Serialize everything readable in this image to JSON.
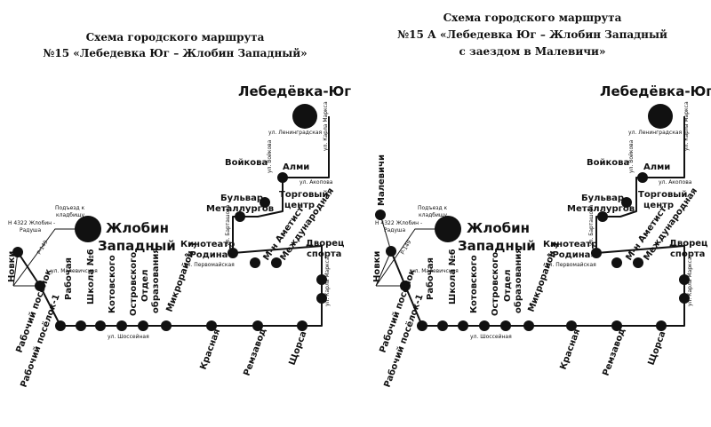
{
  "maps": [
    {
      "id": "route15",
      "title_line1": "Схема городского маршрута",
      "title_line2": "№15 «Лебедевка Юг – Жлобин Западный»",
      "title_line3": "",
      "terminal_east": "Лебедёвка-Юг",
      "terminal_west_1": "Жлобин",
      "terminal_west_2": "Западный",
      "novki": "Новки",
      "stops": {
        "almi": "Алми",
        "voykova": "Войкова",
        "torg1": "Торговый",
        "torg2": "центр",
        "bulvar1": "Бульвар",
        "bulvar2": "Металлургов",
        "ametist": "М-н Аметист",
        "mezhdunar": "Международная",
        "kino1": "Кинотеатр",
        "kino2": "«Родина»",
        "dvorets1": "Дворец",
        "dvorets2": "спорта",
        "rabochaya": "Рабочая",
        "shkola": "Школа №6",
        "kotovskogo": "Котовского",
        "ostrovskogo": "Островского",
        "otdel1": "Отдел",
        "otdel2": "образования",
        "mikro": "Микрорайон 3",
        "krasnaya": "Красная",
        "remzavod": "Ремзавод",
        "shchorsa": "Щорса",
        "rab_pos": "Рабочий посёлок",
        "rab_pos1": "Рабочий посёлок-1"
      },
      "streets": {
        "leningradskaya": "ул. Ленинградская",
        "karla_marksa": "ул. Карла Маркса",
        "voykova": "ул. Войкова",
        "akopova": "ул. Акопова",
        "bartashova": "ул. Барташова",
        "pervomayskaya": "ул. Первомайская",
        "karla_marksa2": "ул. Карла Маркса",
        "shosseynaya": "ул. Шоссейная",
        "malevichskaya": "ул. Малевичская",
        "r149": "Р-149",
        "h4322_1": "Н 4322 Жлобин -",
        "h4322_2": "Радуша",
        "podezd1": "Подъезд к",
        "podezd2": "кладбищу"
      }
    },
    {
      "id": "route15a",
      "title_line1": "Схема городского маршрута",
      "title_line2": "№15 А «Лебедевка Юг – Жлобин Западный",
      "title_line3": "с заездом в Малевичи»",
      "terminal_east": "Лебедёвка-Юг",
      "terminal_west_1": "Жлобин",
      "terminal_west_2": "Западный",
      "novki": "Новки",
      "malevichi": "Малевичи",
      "stops": {
        "almi": "Алми",
        "voykova": "Войкова",
        "torg1": "Торговый",
        "torg2": "центр",
        "bulvar1": "Бульвар",
        "bulvar2": "Металлургов",
        "ametist": "М-н Аметист",
        "mezhdunar": "Международная",
        "kino1": "Кинотеатр",
        "kino2": "«Родина»",
        "dvorets1": "Дворец",
        "dvorets2": "спорта",
        "rabochaya": "Рабочая",
        "shkola": "Школа №6",
        "kotovskogo": "Котовского",
        "ostrovskogo": "Островского",
        "otdel1": "Отдел",
        "otdel2": "образования",
        "mikro": "Микрорайон 3",
        "krasnaya": "Красная",
        "remzavod": "Ремзавод",
        "shchorsa": "Щорса",
        "rab_pos": "Рабочий посёлок",
        "rab_pos1": "Рабочий посёлок-1"
      },
      "streets": {
        "leningradskaya": "ул. Ленинградская",
        "karla_marksa": "ул. Карла Маркса",
        "voykova": "ул. Войкова",
        "akopova": "ул. Акопова",
        "bartashova": "ул. Барташова",
        "pervomayskaya": "ул. Первомайская",
        "karla_marksa2": "ул. Карла Маркса",
        "shosseynaya": "ул. Шоссейная",
        "malevichskaya": "ул. Малевичская",
        "r149": "Р-149",
        "h4322_1": "Н 4322 Жлобин -",
        "h4322_2": "Радуша",
        "podezd1": "Подъезд к",
        "podezd2": "кладбищу"
      }
    }
  ]
}
